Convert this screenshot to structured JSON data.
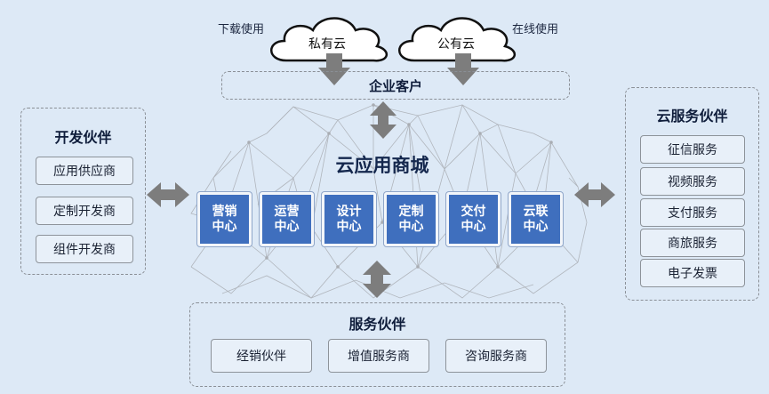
{
  "top": {
    "download_label": "下载使用",
    "online_label": "在线使用",
    "private_cloud": "私有云",
    "public_cloud": "公有云",
    "enterprise_customer": "企业客户"
  },
  "center": {
    "title": "云应用商城",
    "modules": [
      {
        "line1": "营销",
        "line2": "中心"
      },
      {
        "line1": "运营",
        "line2": "中心"
      },
      {
        "line1": "设计",
        "line2": "中心"
      },
      {
        "line1": "定制",
        "line2": "中心"
      },
      {
        "line1": "交付",
        "line2": "中心"
      },
      {
        "line1": "云联",
        "line2": "中心"
      }
    ]
  },
  "dev_partners": {
    "title": "开发伙伴",
    "items": [
      "应用供应商",
      "定制开发商",
      "组件开发商"
    ]
  },
  "cloud_service_partners": {
    "title": "云服务伙伴",
    "items": [
      "征信服务",
      "视频服务",
      "支付服务",
      "商旅服务",
      "电子发票"
    ]
  },
  "service_partners": {
    "title": "服务伙伴",
    "items": [
      "经销伙伴",
      "增值服务商",
      "咨询服务商"
    ]
  },
  "colors": {
    "background": "#dde9f6",
    "module_fill": "#3f6fbe",
    "arrow": "#7d7d7d",
    "mesh": "#a9adb3"
  }
}
